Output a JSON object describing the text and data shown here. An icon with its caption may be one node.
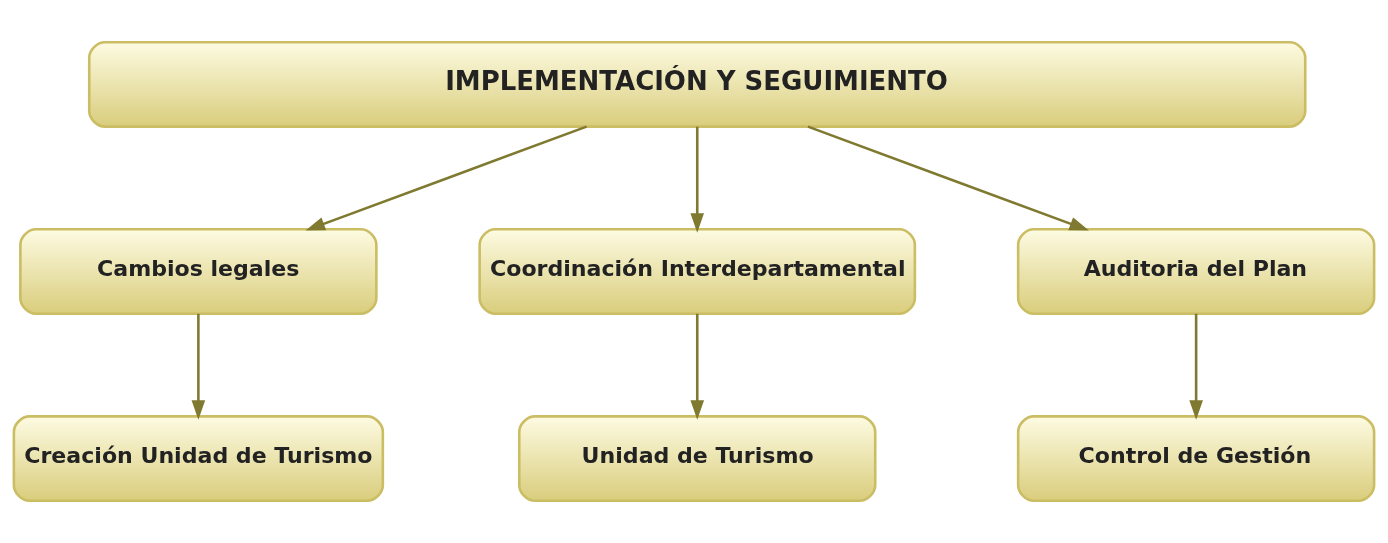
{
  "diagram": {
    "nodes": [
      {
        "text": [
          "IMPLEMENTACIÓN Y SEGUIMIENTO"
        ]
      },
      {
        "text": [
          "Cambios legales"
        ]
      },
      {
        "text": [
          "Coordinación Interdepartamental"
        ]
      },
      {
        "text": [
          "Auditoria del Plan"
        ]
      },
      {
        "text": [
          "Creación Unidad de Turismo"
        ]
      },
      {
        "text": [
          "Unidad de Turismo"
        ]
      },
      {
        "text": [
          "Control de Gestión"
        ]
      }
    ],
    "edges": [
      {
        "from": 0,
        "to": 1,
        "arrow": "to"
      },
      {
        "from": 0,
        "to": 2,
        "arrow": "to"
      },
      {
        "from": 0,
        "to": 3,
        "arrow": "to"
      },
      {
        "from": 1,
        "to": 4,
        "arrow": "to"
      },
      {
        "from": 2,
        "to": 5,
        "arrow": "to"
      },
      {
        "from": 3,
        "to": 6,
        "arrow": "to"
      }
    ]
  }
}
